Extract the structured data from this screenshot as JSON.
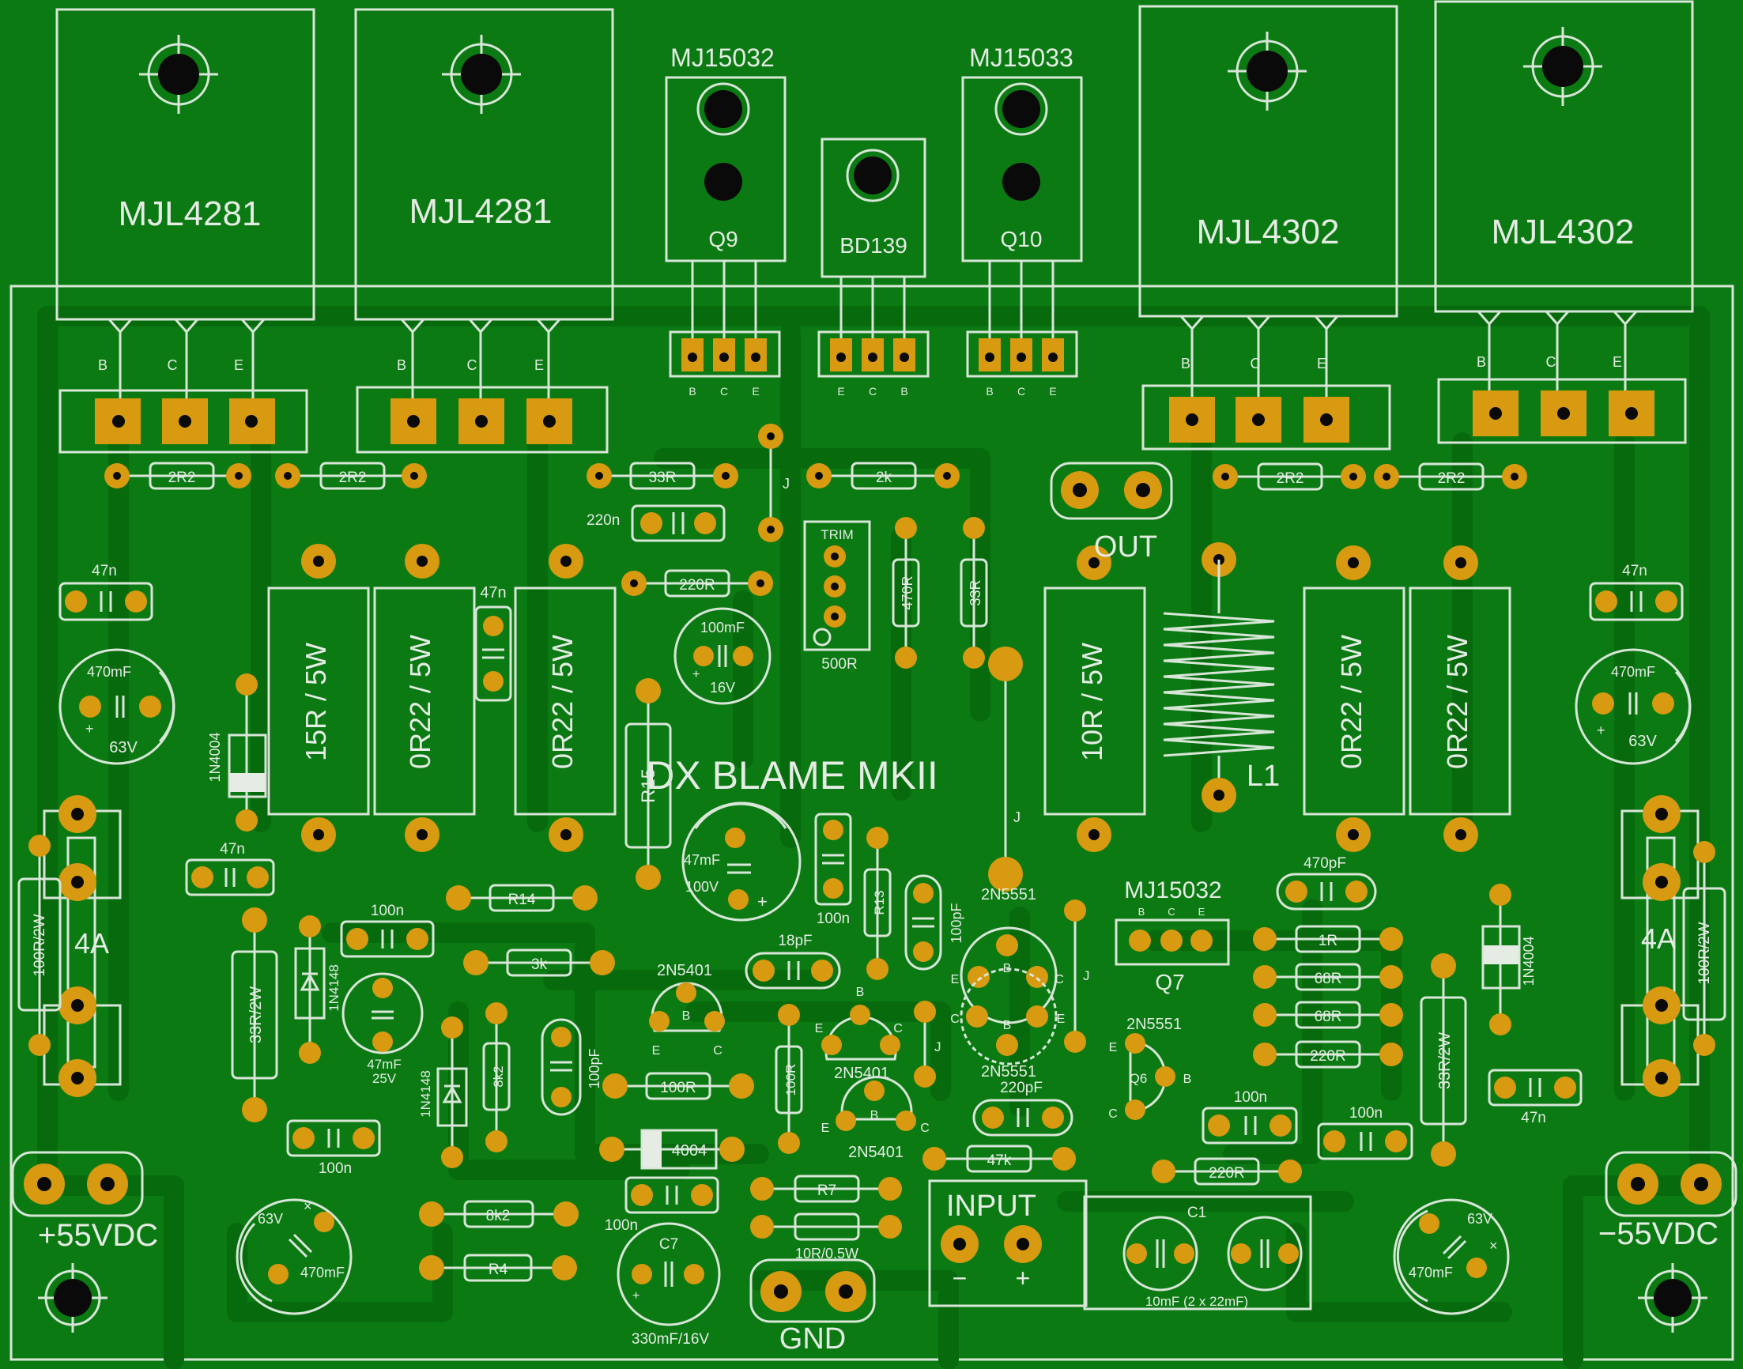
{
  "board": {
    "title": "DX BLAME MKII",
    "colors": {
      "board": "#0b7a13",
      "trace": "#076b0e",
      "silk": "#e0eae0",
      "pad": "#d79a10",
      "hole": "#0a0a0a"
    }
  },
  "power_transistors": [
    {
      "label": "MJL4281",
      "pins": [
        "B",
        "C",
        "E"
      ]
    },
    {
      "label": "MJL4281",
      "pins": [
        "B",
        "C",
        "E"
      ]
    },
    {
      "label": "MJL4302",
      "pins": [
        "B",
        "C",
        "E"
      ]
    },
    {
      "label": "MJL4302",
      "pins": [
        "B",
        "C",
        "E"
      ]
    }
  ],
  "driver_transistors": [
    {
      "part": "MJ15032",
      "ref": "Q9",
      "pins": [
        "B",
        "C",
        "E"
      ]
    },
    {
      "part": "",
      "ref": "BD139",
      "pins": [
        "E",
        "C",
        "B"
      ]
    },
    {
      "part": "MJ15033",
      "ref": "Q10",
      "pins": [
        "B",
        "C",
        "E"
      ]
    }
  ],
  "labels": {
    "out": "OUT",
    "inductor": "L1",
    "input": "INPUT",
    "input_minus": "−",
    "input_plus": "+",
    "gnd": "GND",
    "supply_pos": "+55VDC",
    "supply_neg": "−55VDC",
    "trim": "TRIM",
    "trim_value": "500R",
    "jumper": "J",
    "fuse": "4A",
    "q7_part": "MJ15032",
    "q7_ref": "Q7",
    "q6_ref": "Q6",
    "c1_ref": "C1",
    "c1_value": "10mF (2 x 22mF)",
    "c7_ref": "C7",
    "c7_value": "330mF/16V"
  },
  "resistors": {
    "r_2r2": "2R2",
    "r_33r": "33R",
    "r_2k": "2k",
    "r_220r": "220R",
    "r_470r": "470R",
    "r_15r": "15R / 5W",
    "r_0r22": "0R22 / 5W",
    "r_10r": "10R / 5W",
    "r_r15": "R15",
    "r_r14": "R14",
    "r_r13": "R13",
    "r_3k": "3k",
    "r_8k2": "8k2",
    "r_100r": "100R",
    "r_r4": "R4",
    "r_r7": "R7",
    "r_10r05w": "10R/0.5W",
    "r_47k": "47k",
    "r_1r": "1R",
    "r_68r": "68R",
    "r_33r2w": "33R/2W",
    "r_100r2w": "100R/2W"
  },
  "capacitors": {
    "c_47n": "47n",
    "c_220n": "220n",
    "c_100n": "100n",
    "c_470pf": "470pF",
    "c_18pf": "18pF",
    "c_100pf": "100pF",
    "c_220pf": "220pF",
    "c_100mf": "100mF",
    "c_16v": "16V",
    "c_470mf": "470mF",
    "c_63v": "63V",
    "c_47mf": "47mF",
    "c_100v": "100V",
    "c_25v": "25V"
  },
  "diodes": {
    "d_1n4004": "1N4004",
    "d_1n4148": "1N4148",
    "d_4004": "4004"
  },
  "small_transistors": {
    "t_2n5551": "2N5551",
    "t_2n5401": "2N5401",
    "pin_b": "B",
    "pin_c": "C",
    "pin_e": "E"
  }
}
